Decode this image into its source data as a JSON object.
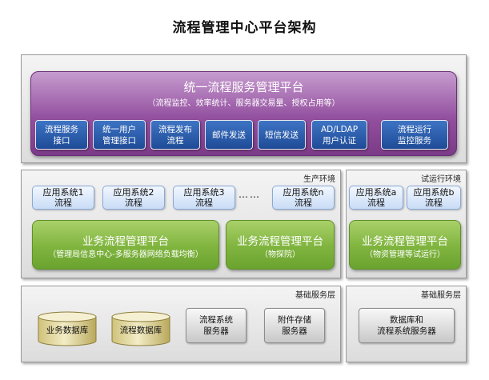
{
  "title": "流程管理中心平台架构",
  "unified": {
    "title": "统一流程服务管理平台",
    "subtitle": "（流程监控、效率统计、服务器交易量、授权占用等）",
    "buttons": [
      [
        "流程服务",
        "接口"
      ],
      [
        "统一用户",
        "管理接口"
      ],
      [
        "流程发布",
        "流程"
      ],
      [
        "邮件发送"
      ],
      [
        "短信发送"
      ],
      [
        "AD/LDAP",
        "用户认证"
      ],
      [
        "流程运行",
        "监控服务"
      ]
    ]
  },
  "production": {
    "label": "生产环境",
    "apps": [
      [
        "应用系统1",
        "流程"
      ],
      [
        "应用系统2",
        "流程"
      ],
      [
        "应用系统3",
        "流程"
      ],
      [
        "应用系统n",
        "流程"
      ]
    ],
    "dots": "……",
    "platforms": [
      {
        "title": "业务流程管理平台",
        "subtitle": "（管理局信息中心-多服务器网络负载均衡）"
      },
      {
        "title": "业务流程管理平台",
        "subtitle": "（物探院）"
      }
    ]
  },
  "trial": {
    "label": "试运行环境",
    "apps": [
      [
        "应用系统a",
        "流程"
      ],
      [
        "应用系统b",
        "流程"
      ]
    ],
    "platform": {
      "title": "业务流程管理平台",
      "subtitle": "（物资管理等试运行）"
    }
  },
  "base_left": {
    "label": "基础服务层",
    "databases": [
      "业务数据库",
      "流程数据库"
    ],
    "servers": [
      [
        "流程系统",
        "服务器"
      ],
      [
        "附件存储",
        "服务器"
      ]
    ]
  },
  "base_right": {
    "label": "基础服务层",
    "servers": [
      [
        "数据库和",
        "流程系统服务器"
      ]
    ]
  }
}
